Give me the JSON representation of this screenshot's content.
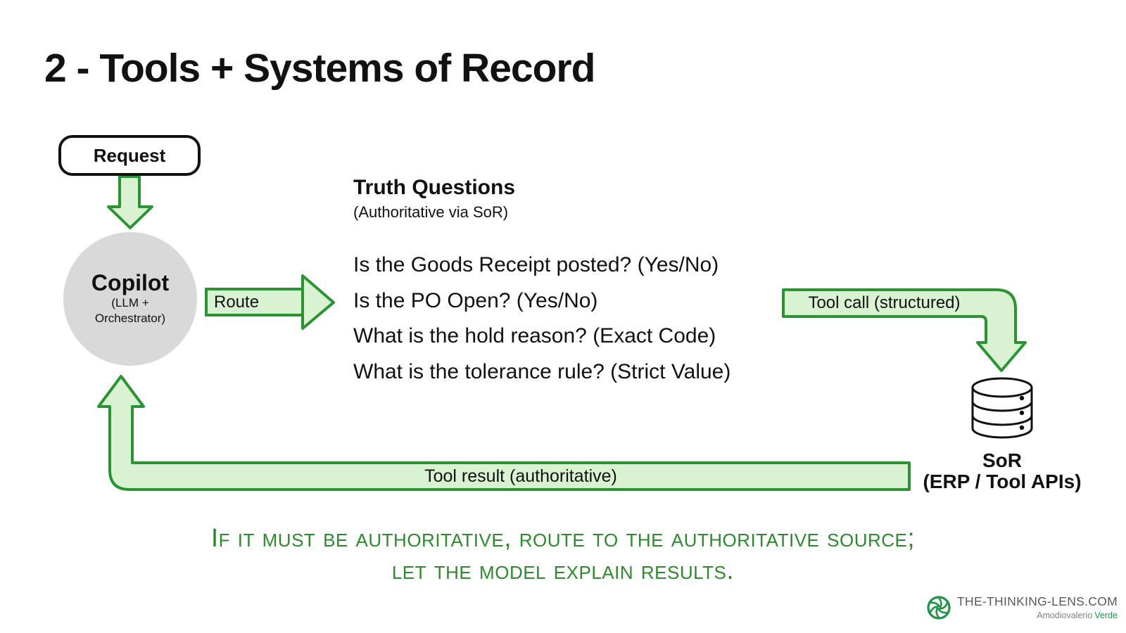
{
  "title": "2 - Tools + Systems of Record",
  "flow": {
    "request_label": "Request",
    "copilot": {
      "name": "Copilot",
      "subtitle_line1": "(LLM +",
      "subtitle_line2": "Orchestrator)"
    },
    "route_label": "Route",
    "tool_call_label": "Tool call (structured)",
    "tool_result_label": "Tool result (authoritative)",
    "sor": {
      "name": "SoR",
      "subtitle": "(ERP / Tool APIs)"
    }
  },
  "truth_questions": {
    "heading": "Truth Questions",
    "subheading": "(Authoritative via SoR)",
    "questions": [
      "Is the Goods Receipt posted? (Yes/No)",
      "Is the PO Open? (Yes/No)",
      "What is the hold reason? (Exact Code)",
      "What is the tolerance rule? (Strict Value)"
    ]
  },
  "takeaway": {
    "line1": "If it must be authoritative, route to the authoritative source;",
    "line2": "let the model explain results."
  },
  "footer": {
    "brand": "THE-THINKING-LENS.COM",
    "author": "Amodiovalerio",
    "author_highlight": "Verde"
  },
  "icons": {
    "database": "database-cylinder-icon",
    "logo": "aperture-lens-icon",
    "arrows": [
      "request-down-arrow",
      "route-right-arrow",
      "tool-call-bent-arrow",
      "tool-result-return-arrow"
    ]
  },
  "colors": {
    "arrow_fill": "#d9f2d2",
    "arrow_stroke": "#2a9433",
    "takeaway_text": "#2c8a2c",
    "copilot_circle": "#d9d9d9",
    "logo_green": "#1f9347",
    "brand_gray": "#58595b",
    "ink": "#111111"
  }
}
